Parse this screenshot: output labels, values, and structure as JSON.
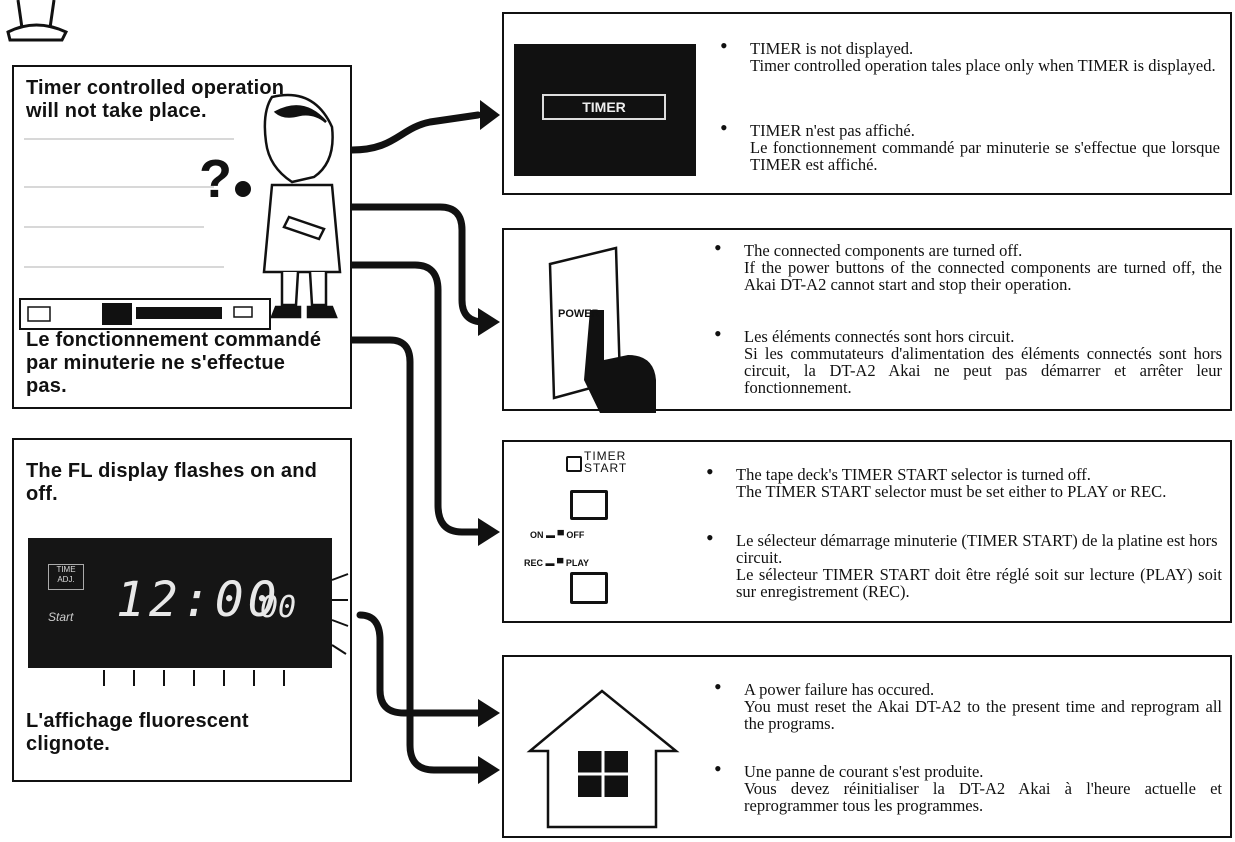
{
  "problems": [
    {
      "en": "Timer controlled operation will not take place.",
      "fr": "Le fonctionnement commandé par minuterie ne s'effectue pas."
    },
    {
      "en": "The FL display flashes on and off.",
      "fr": "L'affichage fluorescent clignote."
    }
  ],
  "fl_display": {
    "time": "12:00",
    "seconds": "00",
    "indicator_top": "TIME ADJ.",
    "indicator_bottom": "Start"
  },
  "solutions": [
    {
      "en_title": "TIMER is not displayed.",
      "en_body": "Timer controlled operation tales place only when TIMER is displayed.",
      "fr_title": "TIMER n'est pas affiché.",
      "fr_body": "Le fonctionnement commandé par minuterie se s'effectue que lorsque TIMER est affiché."
    },
    {
      "en_title": "The connected components are turned off.",
      "en_body": "If the power buttons of the connected components are turned off, the Akai DT-A2 cannot start and stop their operation.",
      "fr_title": "Les éléments connectés sont hors circuit.",
      "fr_body": "Si les commutateurs d'alimentation des éléments connectés sont hors circuit, la DT-A2 Akai ne peut pas démarrer et arrêter leur fonctionnement."
    },
    {
      "en_title": "The tape deck's TIMER START selector is turned off.",
      "en_body": "The TIMER START selector must be set either to PLAY or REC.",
      "fr_title": "Le sélecteur démarrage minuterie (TIMER START) de la platine est hors circuit.",
      "fr_body": "Le sélecteur TIMER START doit être réglé soit sur lecture (PLAY) soit sur enregistrement (REC)."
    },
    {
      "en_title": "A power failure has occured.",
      "en_body": "You must reset the Akai DT-A2 to the present time and reprogram all the programs.",
      "fr_title": "Une panne de courant s'est produite.",
      "fr_body": "Vous devez réinitialiser la DT-A2 Akai à l'heure actuelle et reprogrammer tous les programmes."
    }
  ],
  "illustrations": {
    "timer_label": "TIMER",
    "power_label": "POWER",
    "timer_start_label": "TIMER START",
    "on_off_label": "ON ▬ ▀ OFF",
    "rec_play_label": "REC ▬ ▀ PLAY"
  },
  "colors": {
    "ink": "#111111",
    "paper": "#ffffff",
    "display_bg": "#151515",
    "display_fg": "#e8e8e8"
  }
}
